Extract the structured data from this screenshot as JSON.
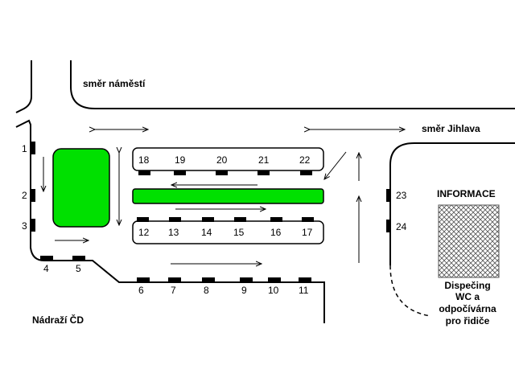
{
  "labels": {
    "smer_namesti": "směr náměstí",
    "smer_jihlava": "směr Jihlava",
    "nadrazi": "Nádraží ČD",
    "informace": "INFORMACE",
    "dispecing_1": "Dispečing",
    "dispecing_2": "WC a",
    "dispecing_3": "odpočívárna",
    "dispecing_4": "pro řidiče"
  },
  "stands": {
    "s1": "1",
    "s2": "2",
    "s3": "3",
    "s4": "4",
    "s5": "5",
    "s6": "6",
    "s7": "7",
    "s8": "8",
    "s9": "9",
    "s10": "10",
    "s11": "11",
    "s12": "12",
    "s13": "13",
    "s14": "14",
    "s15": "15",
    "s16": "16",
    "s17": "17",
    "s18": "18",
    "s19": "19",
    "s20": "20",
    "s21": "21",
    "s22": "22",
    "s23": "23",
    "s24": "24"
  },
  "colors": {
    "island": "#00e000",
    "road": "#000000",
    "background": "#ffffff"
  }
}
